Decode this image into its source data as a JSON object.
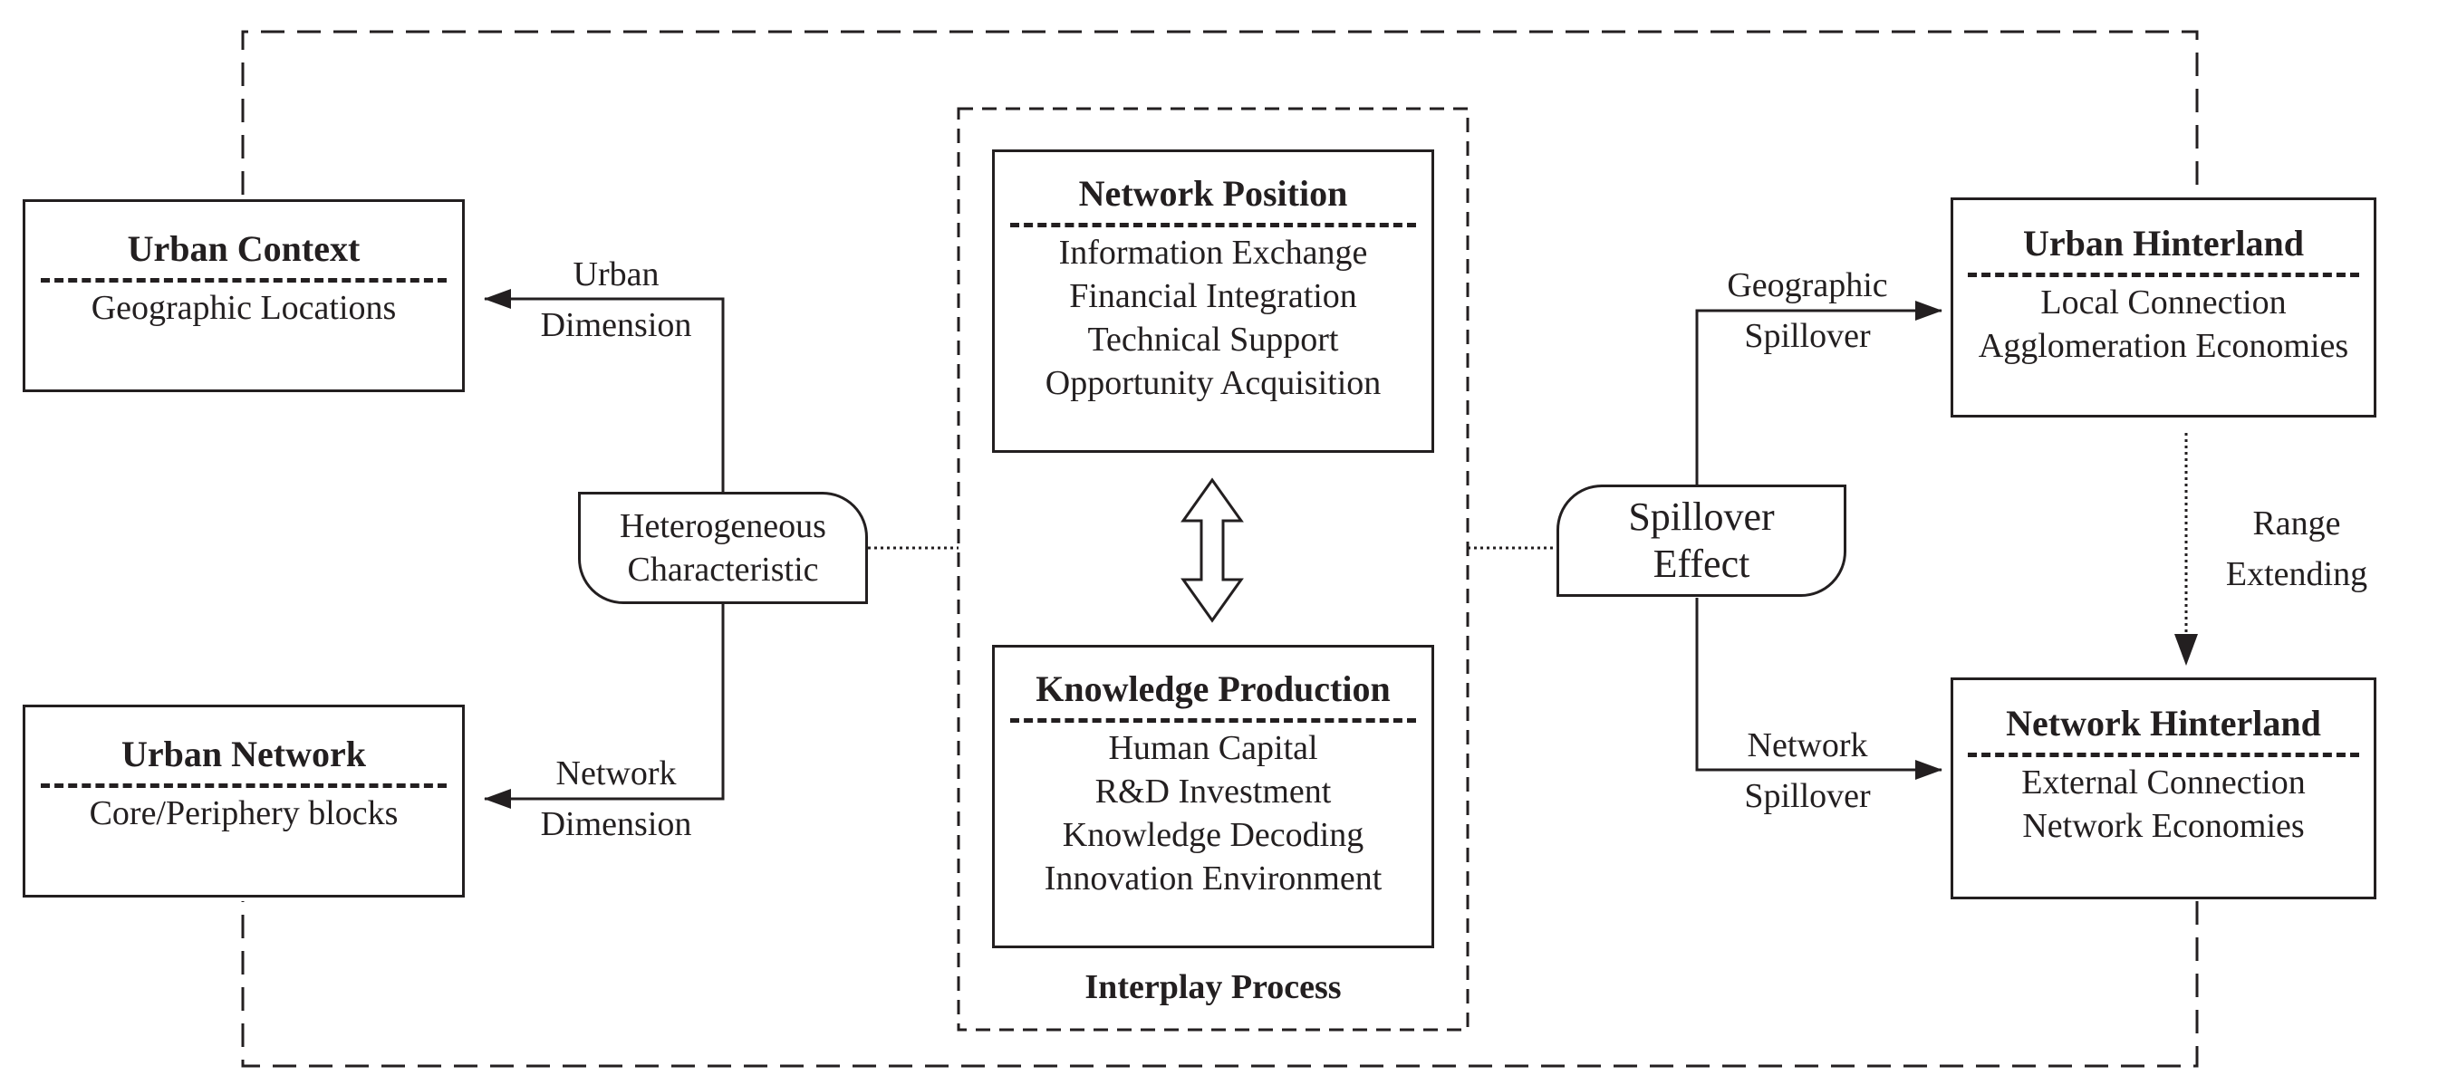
{
  "left": {
    "urban_context": {
      "title": "Urban Context",
      "lines": [
        "Geographic Locations"
      ]
    },
    "urban_network": {
      "title": "Urban Network",
      "lines": [
        "Core/Periphery blocks"
      ]
    },
    "urban_dimension": [
      "Urban",
      "Dimension"
    ],
    "network_dimension": [
      "Network",
      "Dimension"
    ],
    "heterogeneous": [
      "Heterogeneous",
      "Characteristic"
    ]
  },
  "center": {
    "network_position": {
      "title": "Network  Position",
      "lines": [
        "Information  Exchange",
        "Financial Integration",
        "Technical Support",
        "Opportunity Acquisition"
      ]
    },
    "knowledge_production": {
      "title": "Knowledge Production",
      "lines": [
        "Human Capital",
        "R&D Investment",
        "Knowledge Decoding",
        "Innovation Environment"
      ]
    },
    "interplay_label": "Interplay Process"
  },
  "right": {
    "spillover_effect": [
      "Spillover",
      "Effect"
    ],
    "geographic_spillover": [
      "Geographic",
      "Spillover"
    ],
    "network_spillover": [
      "Network",
      "Spillover"
    ],
    "range_extending": [
      "Range",
      "Extending"
    ],
    "urban_hinterland": {
      "title": "Urban  Hinterland",
      "lines": [
        "Local Connection",
        "Agglomeration Economies"
      ]
    },
    "network_hinterland": {
      "title": "Network  Hinterland",
      "lines": [
        "External Connection",
        "Network Economies"
      ]
    }
  },
  "colors": {
    "ink": "#231f20",
    "background": "#ffffff"
  }
}
